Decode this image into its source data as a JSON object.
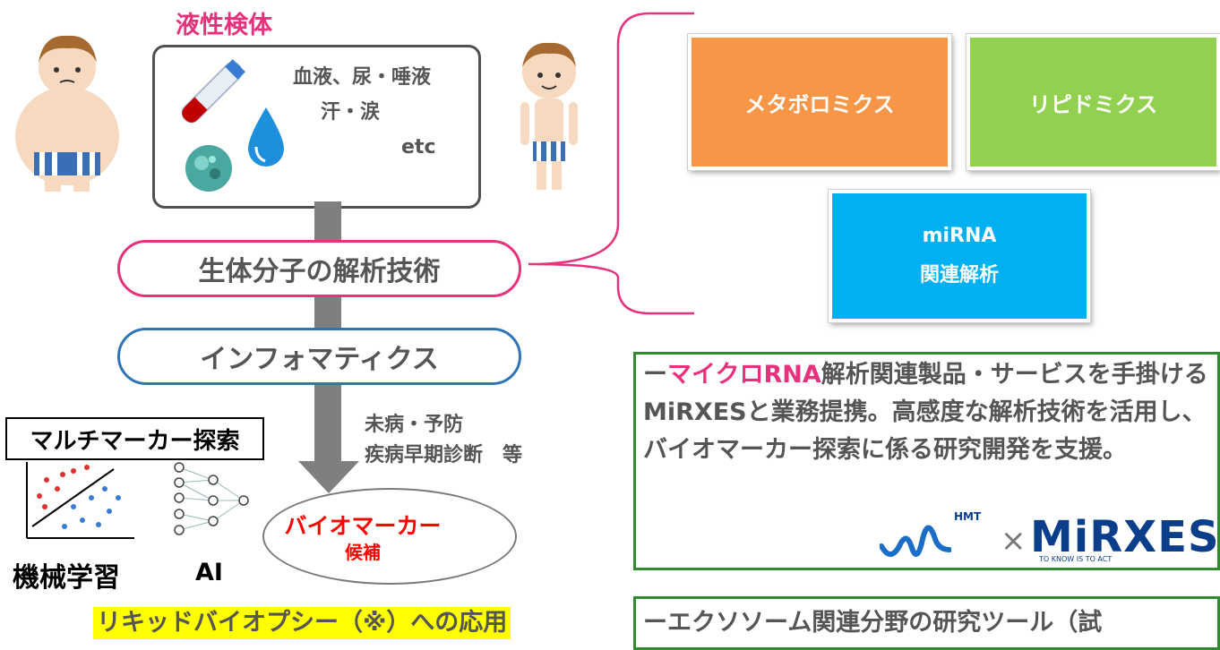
{
  "specimen": {
    "title": "液性検体",
    "line1": "血液、尿・唾液",
    "line2": "汗・涙",
    "line3": "etc"
  },
  "analysis_label": "生体分子の解析技術",
  "informatics_label": "インフォマティクス",
  "applications": {
    "line1": "未病・予防",
    "line2": "疾病早期診断　等"
  },
  "biomarker": {
    "line1": "バイオマーカー",
    "line2": "候補"
  },
  "multimarker_label": "マルチマーカー探索",
  "ml_label": "機械学習",
  "ai_label": "AI",
  "liquid_biopsy": "リキッドバイオプシー（※）への応用",
  "tiles": {
    "metabolomics": "メタボロミクス",
    "lipidomics": "リピドミクス",
    "mirna_line1": "miRNA",
    "mirna_line2": "関連解析"
  },
  "mirxes_box": {
    "dash": "ー",
    "highlight": "マイクロRNA",
    "rest": "解析関連製品・サービスを手掛けるMiRXESと業務提携。高感度な解析技術を活用し、　バイオマーカー探索に係る研究開発を支援。"
  },
  "logos": {
    "hmt": "HMT",
    "times": "×",
    "mirxes": "MiRXES",
    "tagline": "TO KNOW IS TO ACT"
  },
  "exosome_box": "ーエクソソーム関連分野の研究ツール（試",
  "colors": {
    "pink": "#e8317d",
    "blue": "#2f75b6",
    "orange": "#f79646",
    "green": "#92d050",
    "cyan": "#00b0f0",
    "red": "#ff0000",
    "yellow": "#ffff00",
    "box_green": "#2e8b2e"
  }
}
